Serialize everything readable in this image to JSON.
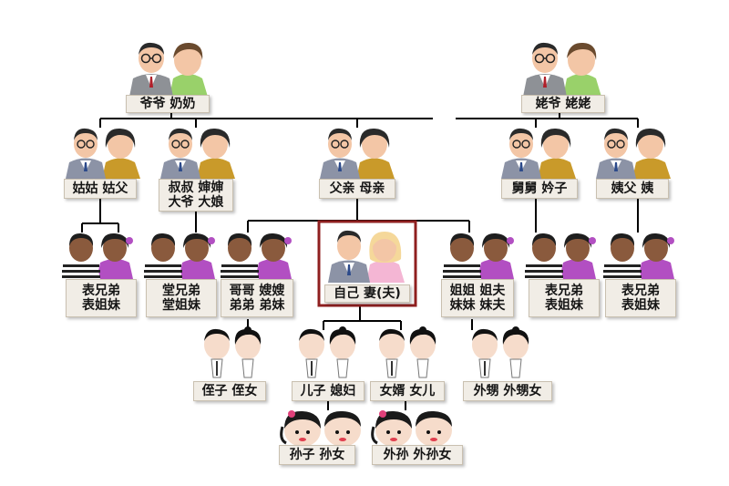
{
  "colors": {
    "line": "#000000",
    "self_frame": "#8f1f1f",
    "elder_suit": "#8e9196",
    "elder_hair": "#2a2a2a",
    "elder_woman_shirt": "#99d16a",
    "skin_light": "#f3c6a6",
    "mid_suit": "#8c93a6",
    "mid_woman_coat": "#c99a2a",
    "kid_skin_dark": "#8a5a3d",
    "kid_shirt_purple": "#b24fc2",
    "kid_stripes": "#222222",
    "self_hair_blonde": "#f5d89a",
    "self_shirt_pink": "#f4b6d4",
    "label_bg": "#f1ede6"
  },
  "labels": {
    "paternal_grandparents": [
      "爷爷 奶奶"
    ],
    "maternal_grandparents": [
      "姥爷 姥姥"
    ],
    "paternal_aunt": [
      "姑姑 姑父"
    ],
    "paternal_uncles": [
      "叔叔 婶婶",
      "大爷 大娘"
    ],
    "parents": [
      "父亲 母亲"
    ],
    "maternal_uncle": [
      "舅舅 妗子"
    ],
    "maternal_aunt": [
      "姨父 姨"
    ],
    "cousins_paternal_aunt": [
      "表兄弟",
      "表姐妹"
    ],
    "cousins_paternal_uncle": [
      "堂兄弟",
      "堂姐妹"
    ],
    "brothers": [
      "哥哥 嫂嫂",
      "弟弟 弟妹"
    ],
    "self": [
      "自己 妻(夫)"
    ],
    "sisters": [
      "姐姐 姐夫",
      "妹妹 妹夫"
    ],
    "cousins_maternal_uncle": [
      "表兄弟",
      "表姐妹"
    ],
    "cousins_maternal_aunt": [
      "表兄弟",
      "表姐妹"
    ],
    "nephew_niece": [
      "侄子 侄女"
    ],
    "son": [
      "儿子 媳妇"
    ],
    "daughter": [
      "女婿 女儿"
    ],
    "sister_children": [
      "外甥 外甥女"
    ],
    "grandchildren": [
      "孙子 孙女"
    ],
    "daughter_grandchildren": [
      "外孙 外孙女"
    ]
  },
  "icons": [
    "elder-couple-icon",
    "adult-couple-icon",
    "young-couple-icon",
    "child-couple-icon",
    "baby-couple-icon"
  ]
}
